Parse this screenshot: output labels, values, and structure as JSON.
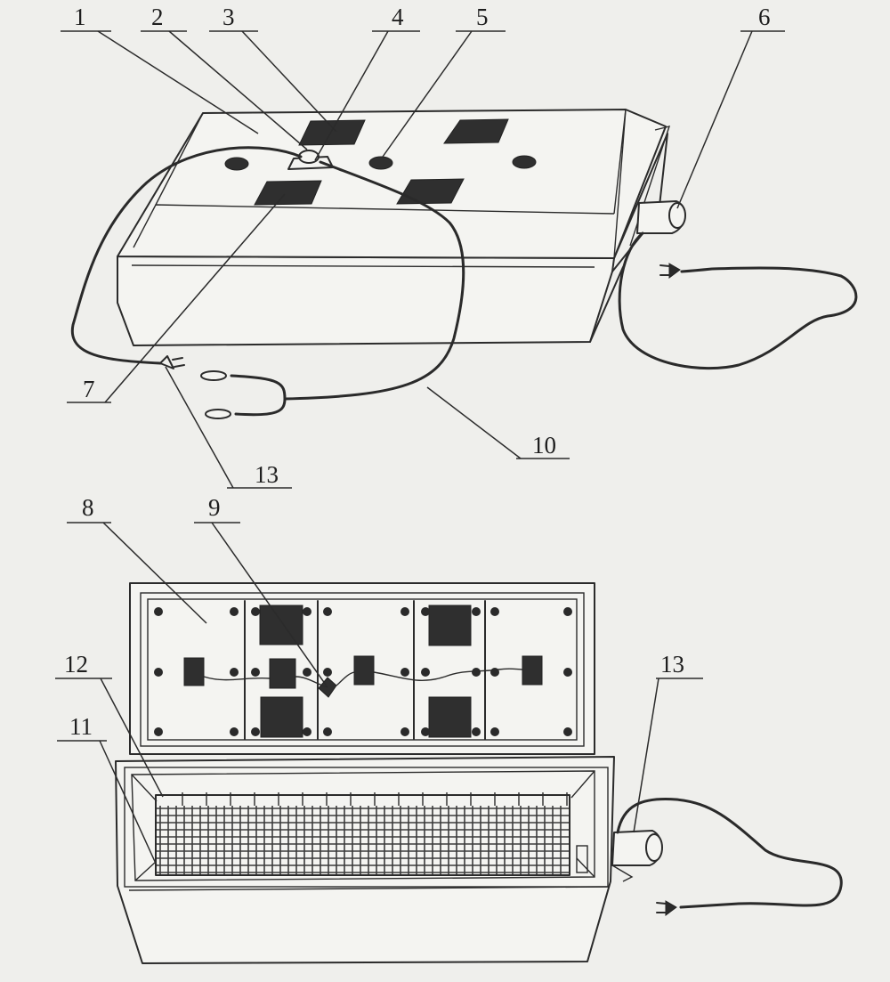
{
  "callouts": [
    {
      "id": "c1",
      "text": "1"
    },
    {
      "id": "c2",
      "text": "2"
    },
    {
      "id": "c3",
      "text": "3"
    },
    {
      "id": "c4",
      "text": "4"
    },
    {
      "id": "c5",
      "text": "5"
    },
    {
      "id": "c6",
      "text": "6"
    },
    {
      "id": "c7",
      "text": "7"
    },
    {
      "id": "c10",
      "text": "10"
    },
    {
      "id": "c13a",
      "text": "13"
    },
    {
      "id": "c8",
      "text": "8"
    },
    {
      "id": "c9",
      "text": "9"
    },
    {
      "id": "c12",
      "text": "12"
    },
    {
      "id": "c11",
      "text": "11"
    },
    {
      "id": "c13b",
      "text": "13"
    }
  ]
}
